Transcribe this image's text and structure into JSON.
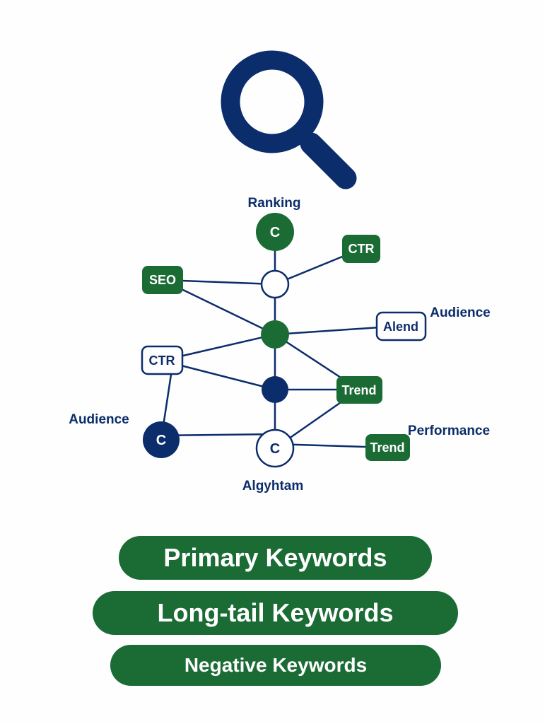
{
  "colors": {
    "navy": "#0c2d6b",
    "green": "#1b6b35",
    "white": "#ffffff"
  },
  "icons": {
    "search": "magnifier-icon",
    "node": "refresh-c-icon"
  },
  "diagram": {
    "labels": {
      "ranking": "Ranking",
      "audience_right": "Audience",
      "audience_left": "Audience",
      "performance": "Performance",
      "algyhtam": "Algyhtam"
    },
    "boxes": {
      "ctr_top": "CTR",
      "seo": "SEO",
      "alend": "Alend",
      "ctr_left": "CTR",
      "trend_mid": "Trend",
      "trend_bottom": "Trend"
    }
  },
  "buttons": {
    "primary": "Primary Keywords",
    "long_tail": "Long-tail Keywords",
    "negative": "Negative Keywords"
  }
}
